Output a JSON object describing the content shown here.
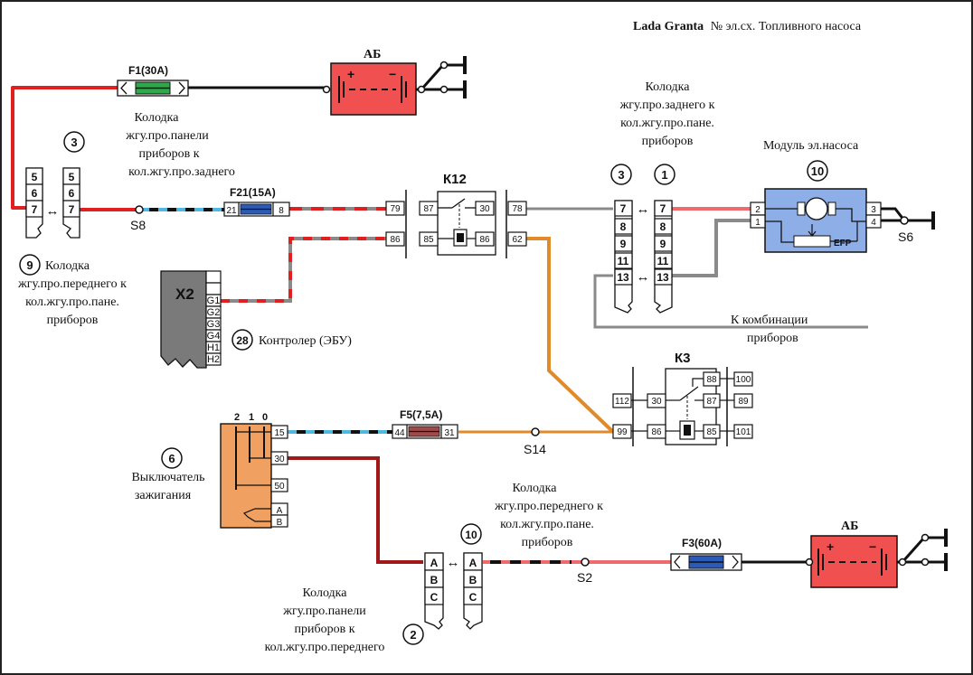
{
  "title": {
    "brand": "Lada Granta",
    "rest": "№ эл.сх. Топливного   насоса"
  },
  "battery_top": {
    "label": "АБ",
    "plus": "+",
    "minus": "−"
  },
  "battery_bottom": {
    "label": "АБ",
    "plus": "+",
    "minus": "−"
  },
  "fuses": {
    "f1": {
      "label": "F1(30A)"
    },
    "f21": {
      "label": "F21(15A)",
      "pin_in": "21",
      "pin_out": "8"
    },
    "f5": {
      "label": "F5(7,5A)",
      "pin_in": "44",
      "pin_out": "31"
    },
    "f3": {
      "label": "F3(60A)"
    }
  },
  "labels": {
    "block3_left": [
      "Колодка",
      "жгу.про.панели",
      "приборов к",
      "кол.жгу.про.заднего"
    ],
    "block9": [
      "Колодка",
      "жгу.про.переднего к",
      "кол.жгу.про.пане.",
      "приборов"
    ],
    "block_top_right": [
      "Колодка",
      "жгу.про.заднего к",
      "кол.жгу.про.пане.",
      "приборов"
    ],
    "module": "Модуль  эл.насоса",
    "controller": "Контролер (ЭБУ)",
    "to_cluster": [
      "К  комбинации",
      "приборов"
    ],
    "ignition": [
      "Выключатель",
      "зажигания"
    ],
    "block10": [
      "Колодка",
      "жгу.про.переднего к",
      "кол.жгу.про.пане.",
      "приборов"
    ],
    "block2": [
      "Колодка",
      "жгу.про.панели",
      "приборов к",
      "кол.жгу.про.переднего"
    ]
  },
  "badges": {
    "b3_left": "3",
    "b9": "9",
    "b3_mid": "3",
    "b1": "1",
    "b10_module": "10",
    "b28": "28",
    "b6": "6",
    "b10_bottom": "10",
    "b2": "2"
  },
  "splices": {
    "s8": "S8",
    "s14": "S14",
    "s2": "S2",
    "s6": "S6"
  },
  "relays": {
    "k12": {
      "label": "К12",
      "left_pins": [
        "79",
        "86"
      ],
      "inner_left": [
        "87",
        "85"
      ],
      "inner_right": [
        "30",
        "86"
      ],
      "right_pins": [
        "78",
        "62"
      ]
    },
    "k3": {
      "label": "К3",
      "left_pins": [
        "112",
        "99"
      ],
      "inner_left": [
        "30",
        "86"
      ],
      "inner_right": [
        "88",
        "87",
        "85"
      ],
      "right_pins": [
        "100",
        "89",
        "101"
      ]
    }
  },
  "connector_left": {
    "a": [
      "5",
      "6",
      "7"
    ],
    "b": [
      "5",
      "6",
      "7"
    ]
  },
  "connector_mid": {
    "a": [
      "7",
      "8",
      "9",
      "11",
      "13"
    ],
    "b": [
      "7",
      "8",
      "9",
      "11",
      "13"
    ]
  },
  "connector_bottom": {
    "a": [
      "A",
      "B",
      "C"
    ],
    "b": [
      "A",
      "B",
      "C"
    ]
  },
  "x2": {
    "label": "X2",
    "pins": [
      "",
      "G1",
      "G2",
      "G3",
      "G4",
      "H1",
      "H2"
    ]
  },
  "module": {
    "pins_left": [
      "2",
      "1"
    ],
    "pins_right": [
      "3",
      "4"
    ],
    "efp": "EFP"
  },
  "ignition_switch": {
    "positions": [
      "2",
      "1",
      "0"
    ],
    "pins": [
      "15",
      "30",
      "50",
      "A",
      "B"
    ]
  },
  "colors": {
    "red": "#e02020",
    "darkred": "#a01818",
    "pink": "#ef6b6b",
    "cyan": "#4fb8e0",
    "gray": "#8a8a8a",
    "orange": "#e08a2a",
    "black": "#111111",
    "battery": "#f05050",
    "module": "#8eaee8",
    "ignition": "#f0a060",
    "x2": "#7a7a7a",
    "fuse_green": "#2ea84a",
    "fuse_blue": "#2a5bb8",
    "fuse_brown": "#a04a4a"
  }
}
